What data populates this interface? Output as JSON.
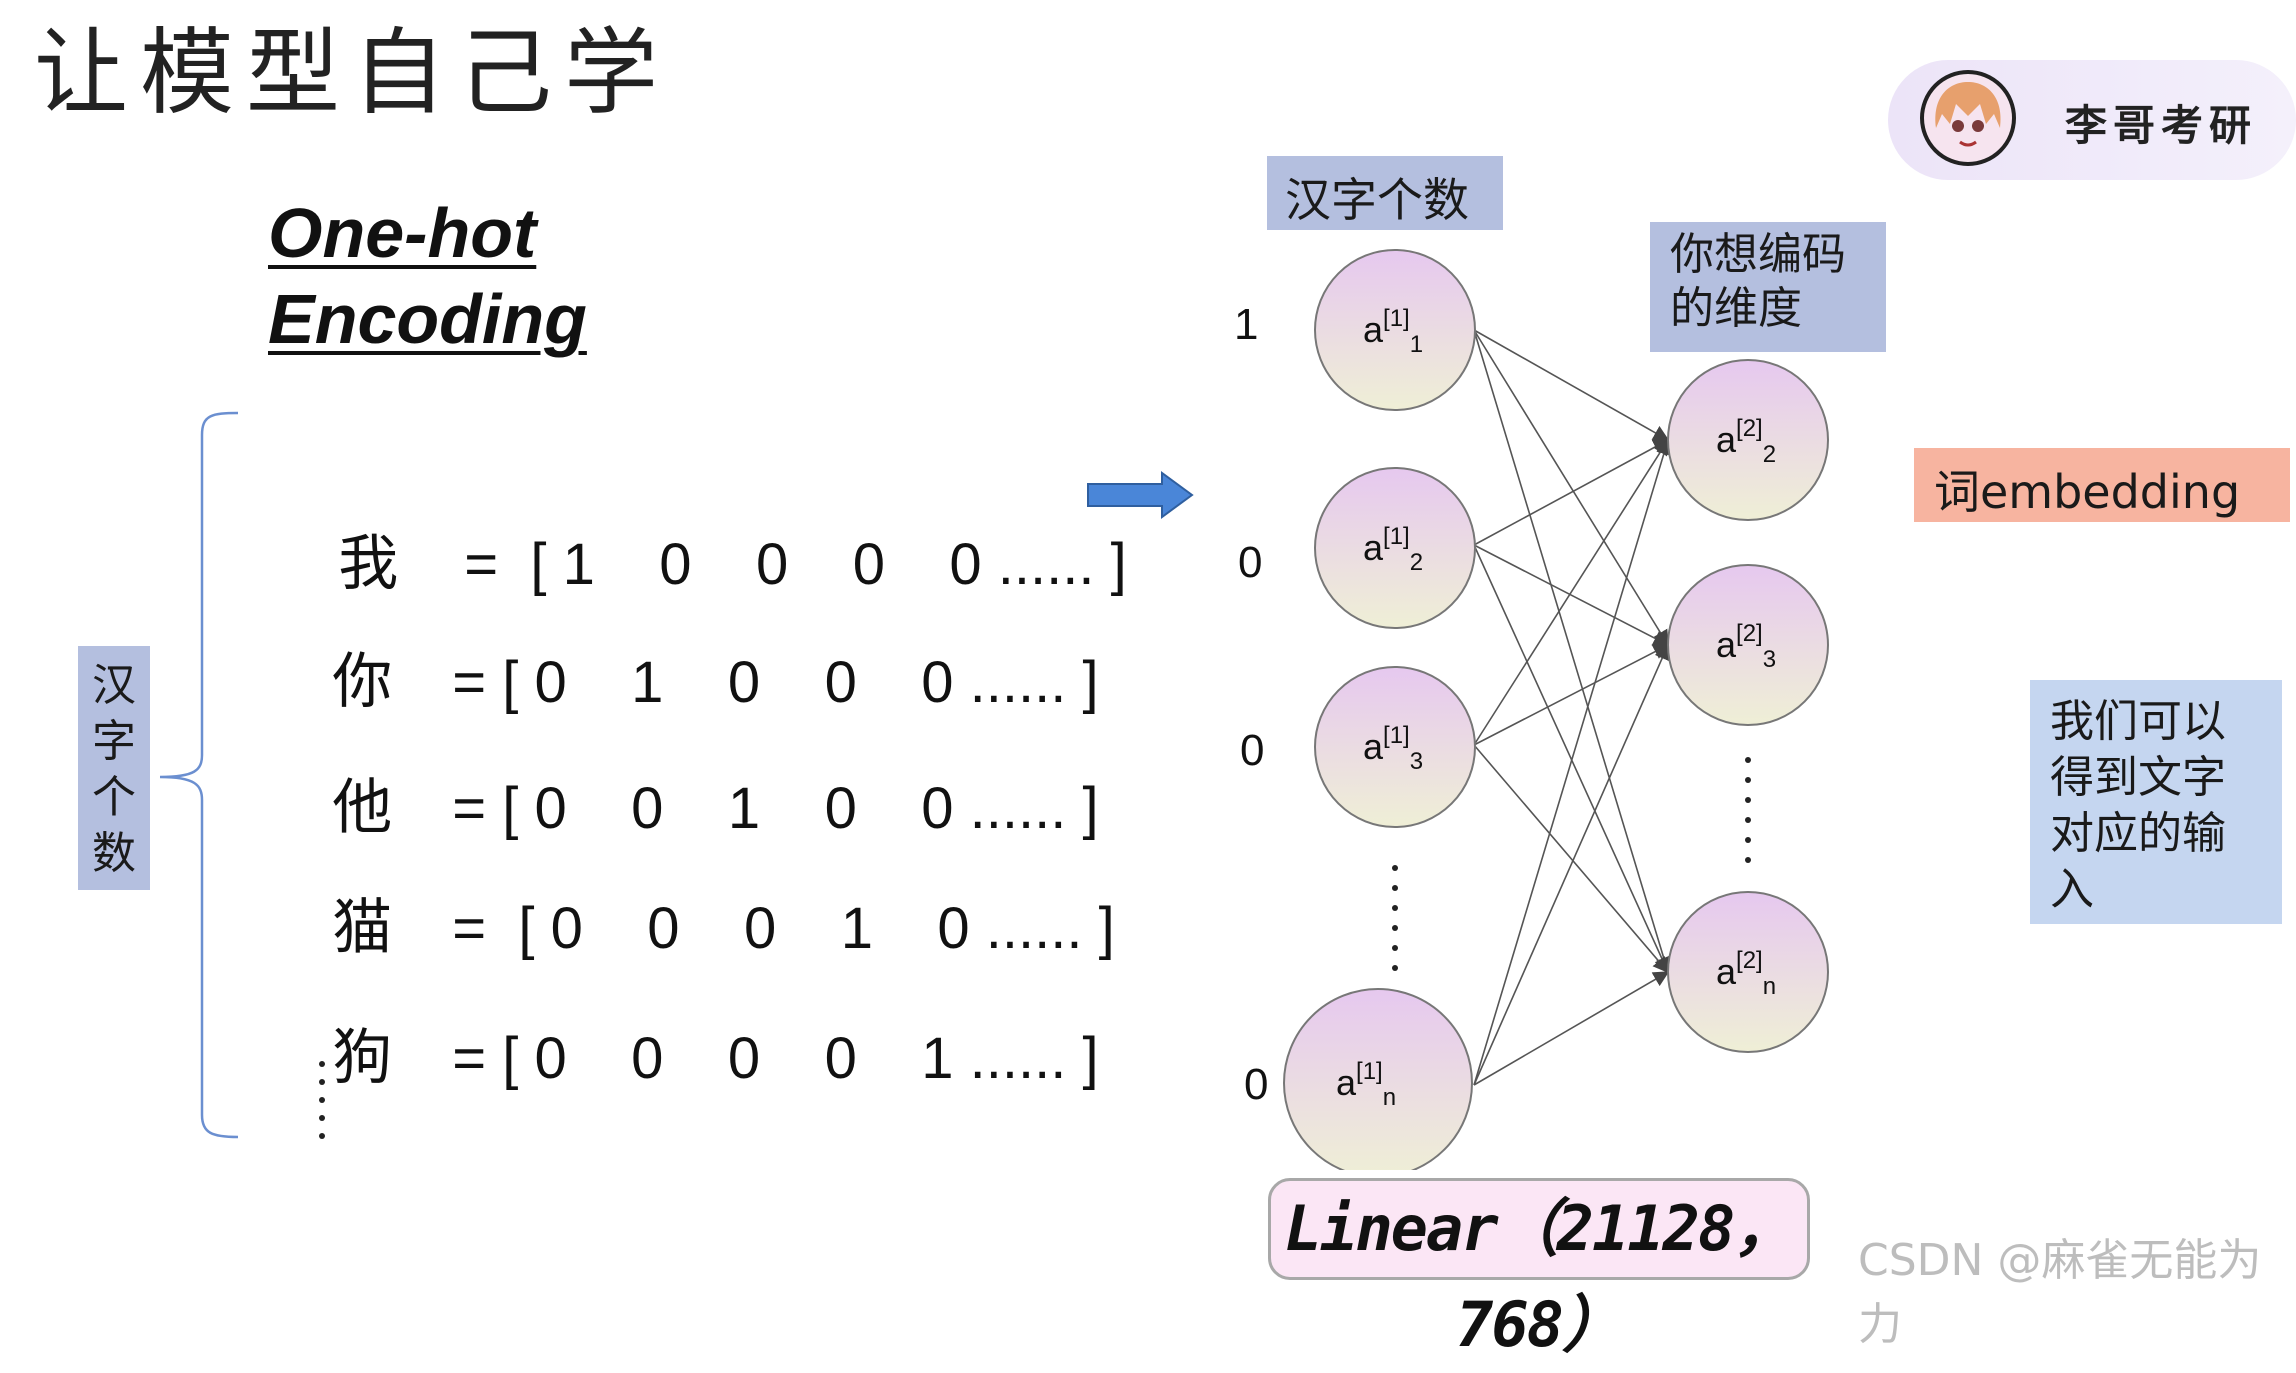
{
  "title": "让模型自己学",
  "encoding_title": [
    "One-hot",
    "Encoding"
  ],
  "side_label": "汉字个数",
  "rows": [
    {
      "char": "我",
      "vector": "=  [ 1    0    0    0    0 ...... ]"
    },
    {
      "char": "你",
      "vector": "= [ 0    1    0    0    0 ...... ]"
    },
    {
      "char": "他",
      "vector": "= [ 0    0    1    0    0 ...... ]"
    },
    {
      "char": "猫",
      "vector": "=  [ 0    0    0    1    0 ...... ]"
    },
    {
      "char": "狗",
      "vector": "= [ 0    0    0    0    1 ...... ]"
    }
  ],
  "network": {
    "input_count_label": "汉字个数",
    "hidden_dim_label": [
      "你想编码",
      "的维度"
    ],
    "input_values": [
      "1",
      "0",
      "0",
      "0"
    ],
    "input_nodes": [
      {
        "base": "a",
        "sup": "[1]",
        "sub": "1"
      },
      {
        "base": "a",
        "sup": "[1]",
        "sub": "2"
      },
      {
        "base": "a",
        "sup": "[1]",
        "sub": "3"
      },
      {
        "base": "a",
        "sup": "[1]",
        "sub": "n"
      }
    ],
    "output_nodes": [
      {
        "base": "a",
        "sup": "[2]",
        "sub": "2"
      },
      {
        "base": "a",
        "sup": "[2]",
        "sub": "3"
      },
      {
        "base": "a",
        "sup": "[2]",
        "sub": "n"
      }
    ],
    "layer_label": "Linear（21128，768）"
  },
  "embedding_label": "词embedding",
  "note": [
    "我们可以",
    "得到文字",
    "对应的输",
    "入"
  ],
  "author": "李哥考研",
  "watermark": "CSDN @麻雀无能为力",
  "colors": {
    "tag_blue": "#b4bfdf",
    "tag_salmon": "#f7b4a0",
    "note_blue": "#c5d6f0",
    "arrow_blue": "#4a86d8",
    "node_gradient_top": "#e6c8ef",
    "node_gradient_bottom": "#efefd6"
  }
}
